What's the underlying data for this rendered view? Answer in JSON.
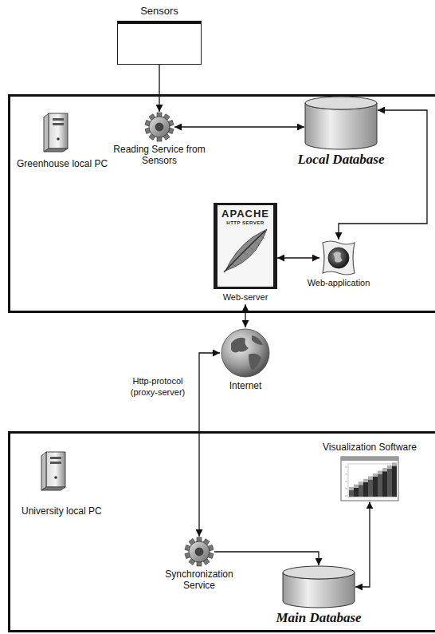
{
  "diagram": {
    "nodes": [
      {
        "text": [
          "Sensors"
        ]
      },
      {
        "text": [
          "Greenhouse local PC"
        ]
      },
      {
        "text": [
          "Reading Service from Sensors"
        ],
        "in": 1
      },
      {
        "text": [
          "Local Database"
        ],
        "in": 1
      },
      {
        "text": [
          "APACHE",
          "HTTP SERVER",
          "Web-server"
        ],
        "in": 1
      },
      {
        "text": [
          "Web-application"
        ],
        "in": 1
      },
      {
        "text": [
          "Internet"
        ]
      },
      {
        "text": [
          "University local PC"
        ]
      },
      {
        "text": [
          "Visualization Software"
        ],
        "in": 7
      },
      {
        "text": [
          "Synchronization Service"
        ],
        "in": 7
      },
      {
        "text": [
          "Main Database"
        ],
        "in": 7
      }
    ],
    "edges": [
      {
        "from": 0,
        "to": 2,
        "arrow": "to"
      },
      {
        "from": 2,
        "to": 3,
        "arrow": "both"
      },
      {
        "from": 3,
        "to": 5,
        "arrow": "both"
      },
      {
        "from": 4,
        "to": 5,
        "arrow": "both"
      },
      {
        "from": 4,
        "to": 6,
        "arrow": "both"
      },
      {
        "from": 6,
        "to": 9,
        "label": "Http-protocol (proxy-server)",
        "arrow": "both"
      },
      {
        "from": 9,
        "to": 10,
        "arrow": "to"
      },
      {
        "from": 8,
        "to": 10,
        "arrow": "both"
      }
    ]
  }
}
